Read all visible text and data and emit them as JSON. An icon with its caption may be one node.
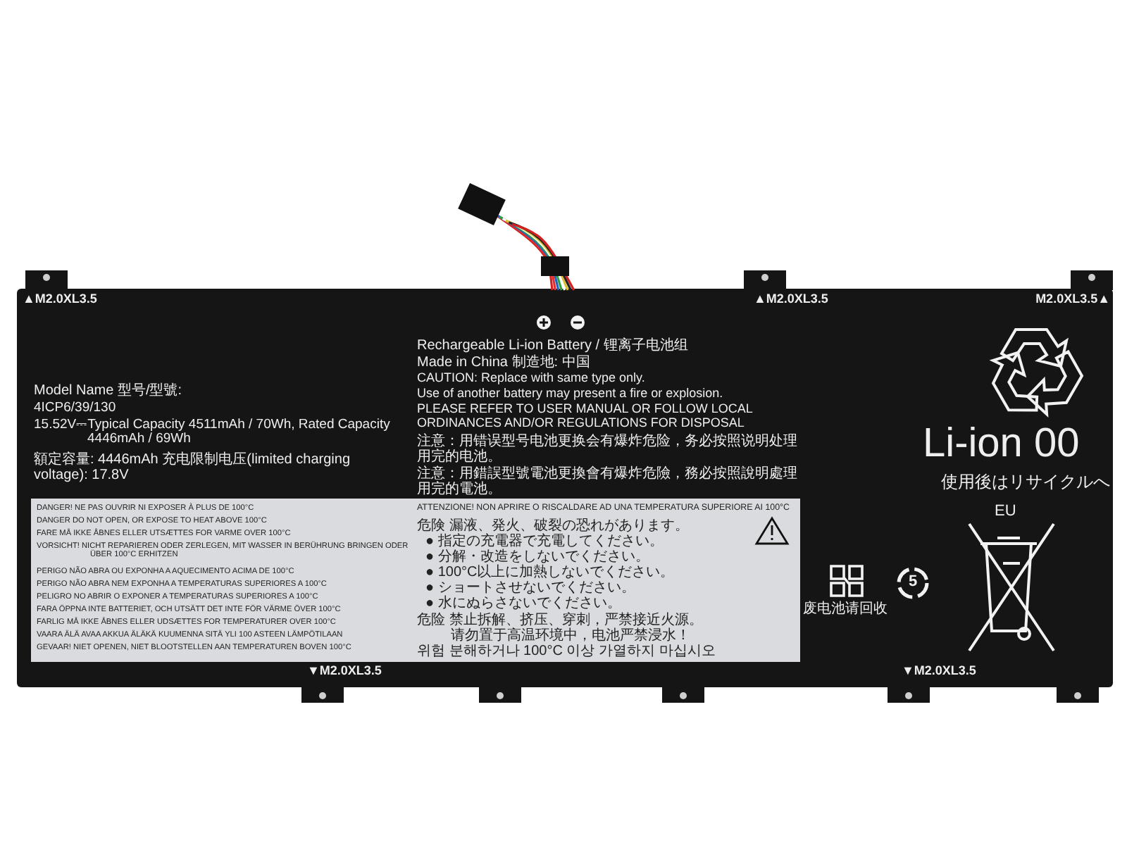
{
  "diagram": {
    "labels": [
      "▲M2.0XL3.5",
      "▲M2.0XL3.5",
      "M2.0XL3.5▲",
      "Model Name 型号/型號:",
      "4ICP6/39/130",
      "15.52V⎓Typical Capacity 4511mAh / 70Wh, Rated Capacity 4446mAh / 69Wh",
      "額定容量: 4446mAh 充电限制电压(limited charging voltage): 17.8V",
      "Rechargeable Li-ion Battery / 锂离子电池组",
      "Made in China 制造地: 中国",
      "CAUTION: Replace with same type only.",
      "Use of another battery may present a fire or explosion.",
      "PLEASE REFER TO USER MANUAL OR FOLLOW LOCAL ORDINANCES AND/OR REGULATIONS FOR DISPOSAL",
      "注意：用错误型号电池更换会有爆炸危险，务必按照说明处理用完的电池。",
      "注意：用錯誤型號電池更換會有爆炸危險，務必按照說明處理用完的電池。",
      "DANGER! NE PAS OUVRIR NI EXPOSER À PLUS DE 100°C",
      "DANGER DO NOT OPEN, OR EXPOSE TO HEAT ABOVE 100°C",
      "FARE MÅ IKKE ÅBNES ELLER UTSÆTTES FOR VARME OVER 100°C",
      "VORSICHT! NICHT REPARIEREN ODER ZERLEGEN, MIT WASSER IN BERÜHRUNG BRINGEN ODER ÜBER 100°C ERHITZEN",
      "PERIGO NÃO ABRA OU EXPONHA A AQUECIMENTO ACIMA DE 100°C",
      "PERIGO NÃO ABRA NEM EXPONHA A TEMPERATURAS SUPERIORES A 100°C",
      "PELIGRO NO ABRIR O EXPONER A TEMPERATURAS SUPERIORES A 100°C",
      "FARA ÖPPNA INTE BATTERIET, OCH UTSÄTT DET INTE FÖR VÄRME ÖVER 100°C",
      "FARLIG MÅ IKKE ÅBNES ELLER UDSÆTTES FOR TEMPERATURER OVER 100°C",
      "VAARA ÄLÄ AVAA AKKUA ÄLÄKÄ KUUMENNA SITÄ YLI 100 ASTEEN LÄMPÖTILAAN",
      "GEVAAR! NIET OPENEN, NIET BLOOTSTELLEN AAN TEMPERATUREN BOVEN 100°C",
      "ATTENZIONE! NON APRIRE O RISCALDARE AD UNA TEMPERATURA SUPERIORE AI 100°C",
      "危険 漏液、発火、破裂の恐れがあります。",
      "● 指定の充電器で充電してください。",
      "● 分解・改造をしないでください。",
      "● 100°C以上に加熱しないでください。",
      "● ショートさせないでください。",
      "● 水にぬらさないでください。",
      "危险 禁止拆解、挤压、穿刺，严禁接近火源。",
      "请勿置于高温环境中，电池严禁浸水！",
      "위험 분해하거나 100°C 이상 가열하지 마십시오",
      "Li-ion 00",
      "使用後はリサイクルへ",
      "EU",
      "废电池请回收",
      "5",
      "▼M2.0XL3.5",
      "▼M2.0XL3.5"
    ]
  }
}
